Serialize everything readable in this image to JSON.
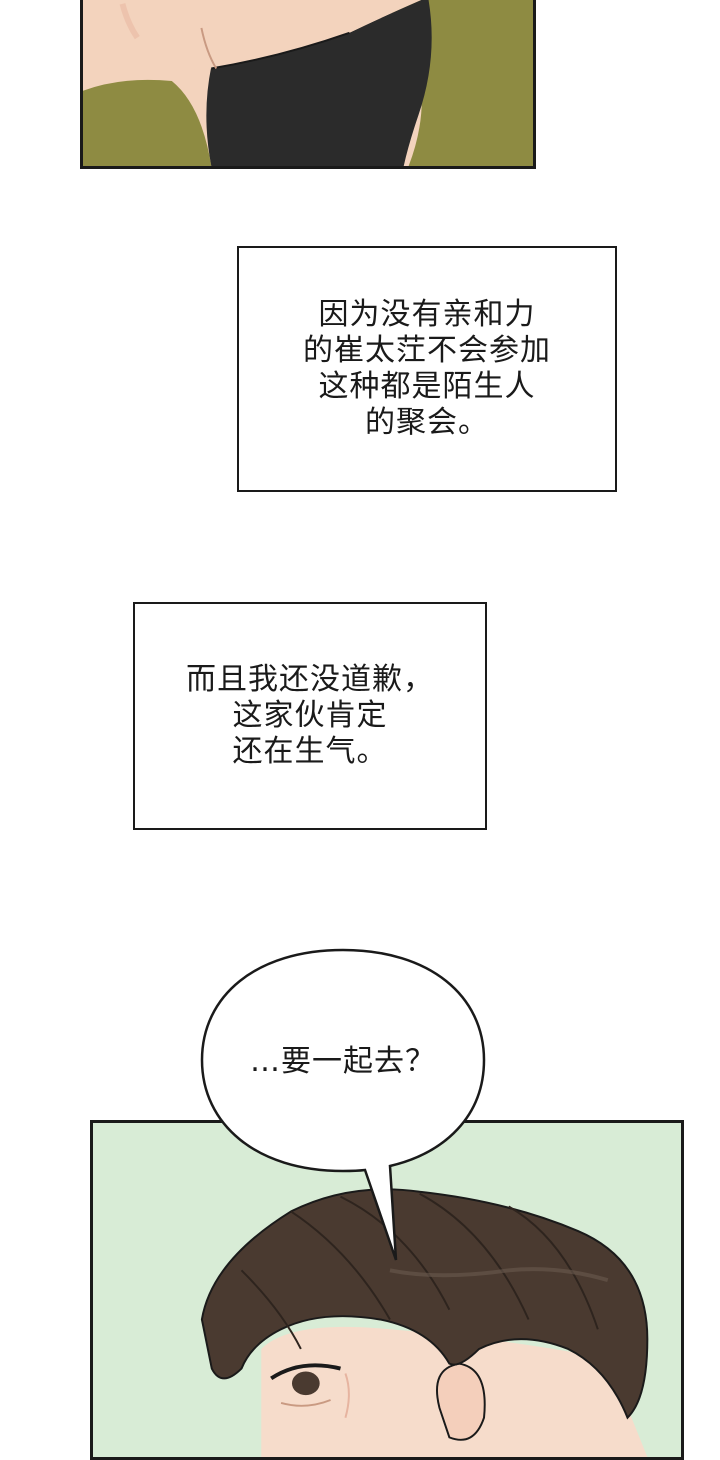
{
  "caption_1": {
    "lines": [
      "因为没有亲和力",
      "的崔太茳不会参加",
      "这种都是陌生人",
      "的聚会。"
    ]
  },
  "caption_2": {
    "lines": [
      "而且我还没道歉，",
      "这家伙肯定",
      "还在生气。"
    ]
  },
  "speech_bubble": {
    "text": "…要一起去？"
  },
  "colors": {
    "top_panel_olive": "#8e8b42",
    "top_panel_skin": "#f3d3bd",
    "top_panel_shirt": "#2b2b2b",
    "bottom_panel_bg": "#d8ecd6",
    "hair": "#4a3a30",
    "skin": "#f6dccb"
  }
}
